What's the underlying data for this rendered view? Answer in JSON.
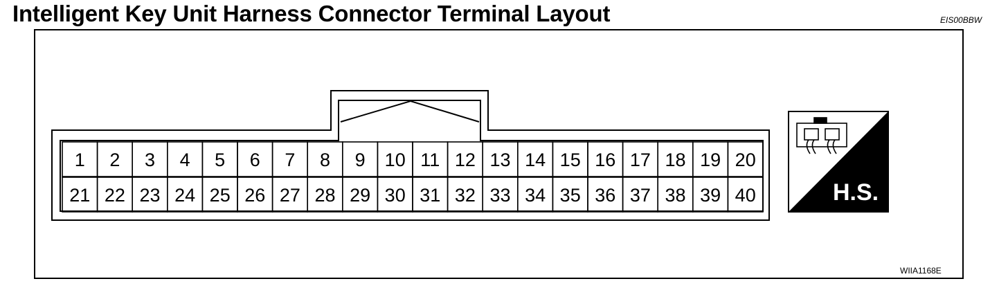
{
  "title": "Intelligent Key Unit Harness Connector Terminal Layout",
  "code_top": "EIS00BBW",
  "code_bottom": "WIIA1168E",
  "terminals": {
    "row1": [
      "1",
      "2",
      "3",
      "4",
      "5",
      "6",
      "7",
      "8",
      "9",
      "10",
      "11",
      "12",
      "13",
      "14",
      "15",
      "16",
      "17",
      "18",
      "19",
      "20"
    ],
    "row2": [
      "21",
      "22",
      "23",
      "24",
      "25",
      "26",
      "27",
      "28",
      "29",
      "30",
      "31",
      "32",
      "33",
      "34",
      "35",
      "36",
      "37",
      "38",
      "39",
      "40"
    ]
  },
  "hs_badge": {
    "label": "H.S.",
    "icon": "connector-icon"
  }
}
